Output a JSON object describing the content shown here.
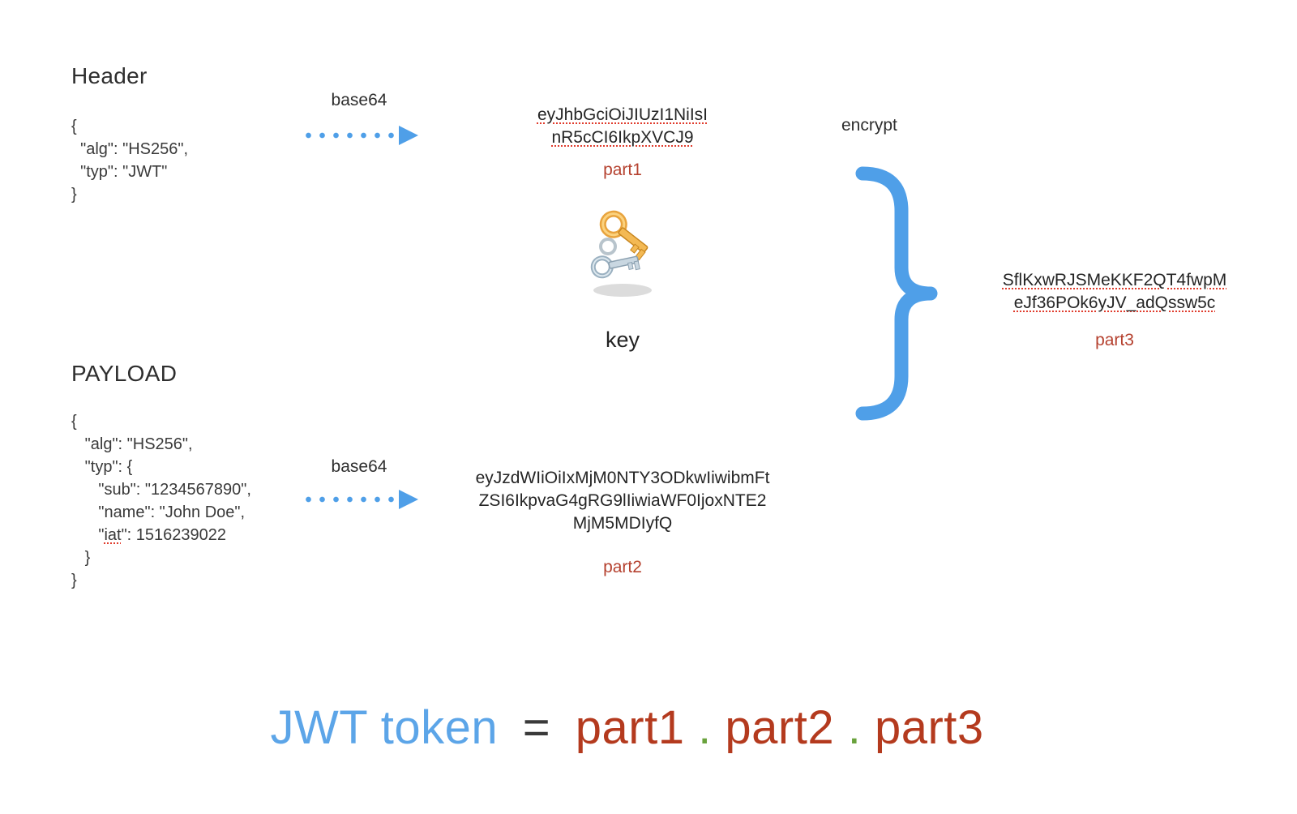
{
  "header_section": {
    "title": "Header",
    "json_lines": [
      "{",
      "  \"alg\": \"HS256\",",
      "  \"typ\": \"JWT\"",
      "}"
    ],
    "base64_label": "base64"
  },
  "part1": {
    "lines": [
      "eyJhbGciOiJIUzI1NiIsI",
      "nR5cCI6IkpXVCJ9"
    ],
    "label": "part1"
  },
  "key": {
    "label": "key",
    "icon": "keys-icon"
  },
  "payload_section": {
    "title": "PAYLOAD",
    "json_lines_before": [
      "{",
      "   \"alg\": \"HS256\",",
      "   \"typ\": {",
      "      \"sub\": \"1234567890\",",
      "      \"name\": \"John Doe\","
    ],
    "iat_line": {
      "prefix": "      \"",
      "word": "iat",
      "suffix": "\": 1516239022"
    },
    "json_lines_after": [
      "   }",
      "}"
    ],
    "base64_label": "base64"
  },
  "part2": {
    "lines": [
      "eyJzdWIiOiIxMjM0NTY3ODkwIiwibmFt",
      "ZSI6IkpvaG4gRG9lIiwiaWF0IjoxNTE2",
      "MjM5MDIyfQ"
    ],
    "label": "part2"
  },
  "encrypt_label": "encrypt",
  "part3": {
    "lines": [
      "SflKxwRJSMeKKF2QT4fwpM",
      "eJf36POk6yJV_adQssw5c"
    ],
    "label": "part3"
  },
  "equation": {
    "jwt_token": "JWT token",
    "equals": "=",
    "part1": "part1",
    "dot1": ".",
    "part2": "part2",
    "dot2": ".",
    "part3": "part3"
  },
  "colors": {
    "accent_blue": "#4f9fe8",
    "label_red": "#b5412f",
    "equation_red": "#b43a1e",
    "equation_green": "#69a23c",
    "squiggle_red": "#e03c2d"
  }
}
